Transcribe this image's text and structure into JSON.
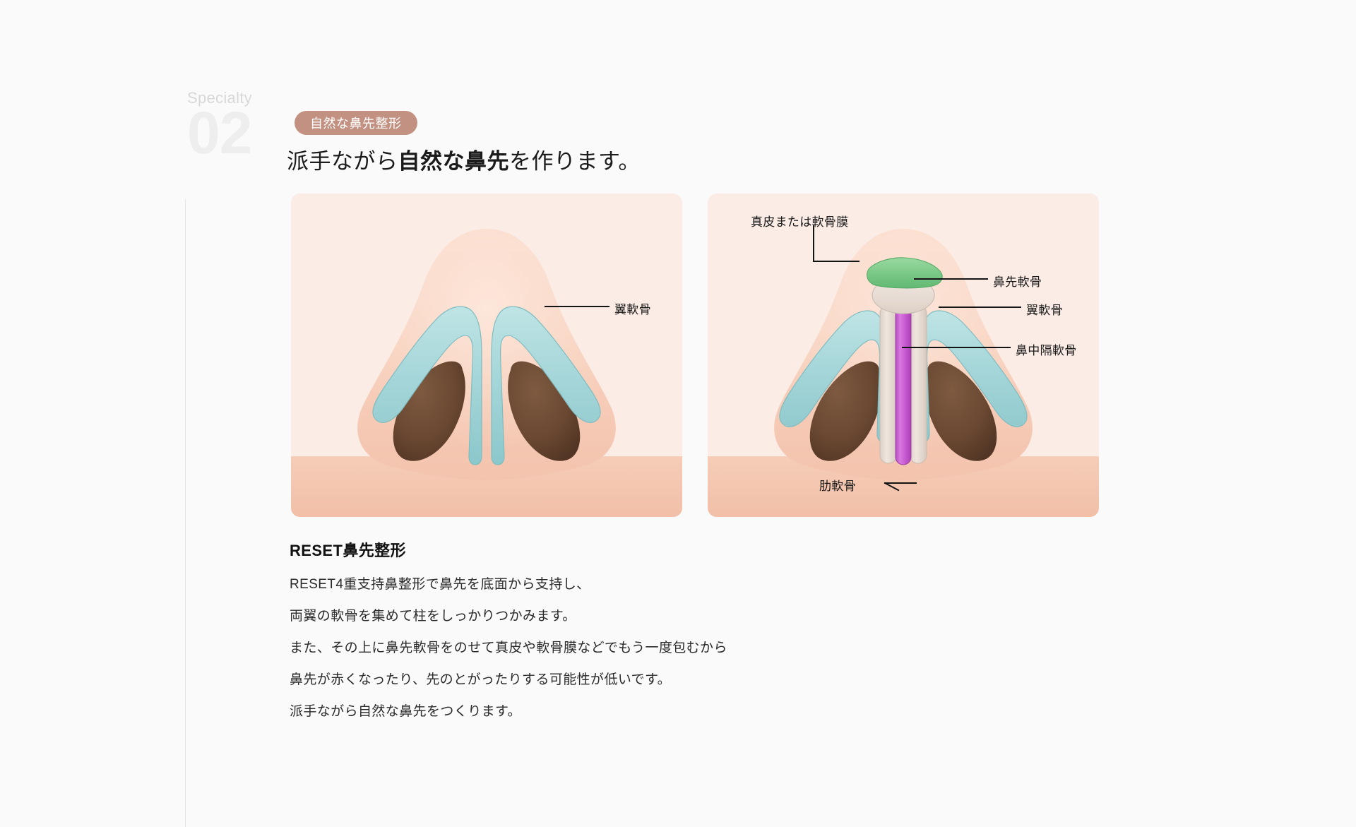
{
  "specialty": {
    "eyebrow": "Specialty",
    "number": "02"
  },
  "badge": {
    "label": "自然な鼻先整形",
    "bg_color": "#c29181",
    "text_color": "#ffffff"
  },
  "heading": {
    "prefix": "派手ながら",
    "emphasis": "自然な鼻先",
    "suffix": "を作ります。"
  },
  "figures": {
    "left": {
      "caption_labels": [
        {
          "text": "翼軟骨"
        }
      ]
    },
    "right": {
      "caption_labels": [
        {
          "text": "真皮または軟骨膜"
        },
        {
          "text": "鼻先軟骨"
        },
        {
          "text": "翼軟骨"
        },
        {
          "text": "鼻中隔軟骨"
        },
        {
          "text": "肋軟骨"
        }
      ]
    },
    "colors": {
      "panel_bg": "#fbecE5",
      "skin": "#f7d3c2",
      "skin_light": "#fbe2d5",
      "nostril": "#6b4a32",
      "alar_cartilage": "#a9d8da",
      "alar_cartilage_dark": "#86c4c8",
      "dermis_graft": "#7fc98a",
      "tip_cartilage": "#e7dcd4",
      "septal_strut": "#c964d2",
      "costal_cartilage": "#e2d7cf",
      "lip_band": "#f3c5ae"
    }
  },
  "body": {
    "title": "RESET鼻先整形",
    "lines": [
      "RESET4重支持鼻整形で鼻先を底面から支持し、",
      "両翼の軟骨を集めて柱をしっかりつかみます。",
      "また、その上に鼻先軟骨をのせて真皮や軟骨膜などでもう一度包むから",
      "鼻先が赤くなったり、先のとがったりする可能性が低いです。",
      "派手ながら自然な鼻先をつくります。"
    ]
  }
}
